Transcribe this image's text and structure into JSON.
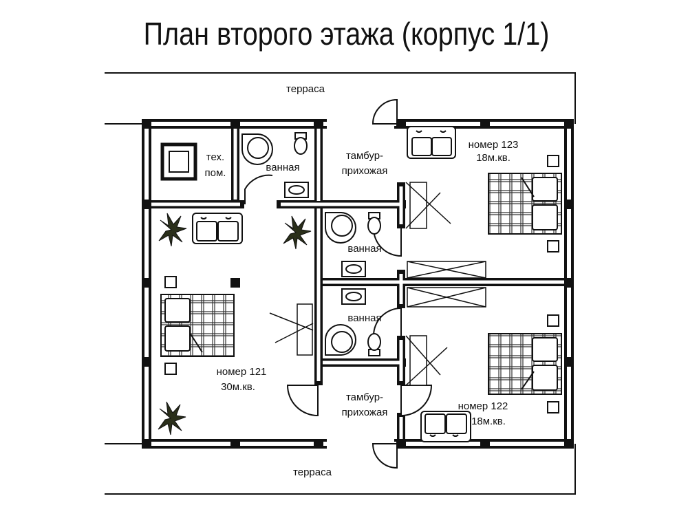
{
  "title": "План второго этажа (корпус 1/1)",
  "labels": {
    "terrace_top": "терраса",
    "terrace_bottom": "терраса",
    "tech_room_1": "тех.",
    "tech_room_2": "пом.",
    "bath_top": "ванная",
    "vestibule_top_1": "тамбур-",
    "vestibule_top_2": "прихожая",
    "room123_1": "номер 123",
    "room123_2": "18м.кв.",
    "bath_mid_upper": "ванная",
    "bath_mid_lower": "ванная",
    "room121_1": "номер 121",
    "room121_2": "30м.кв.",
    "vestibule_bottom_1": "тамбур-",
    "vestibule_bottom_2": "прихожая",
    "room122_1": "номер 122",
    "room122_2": "18м.кв."
  }
}
